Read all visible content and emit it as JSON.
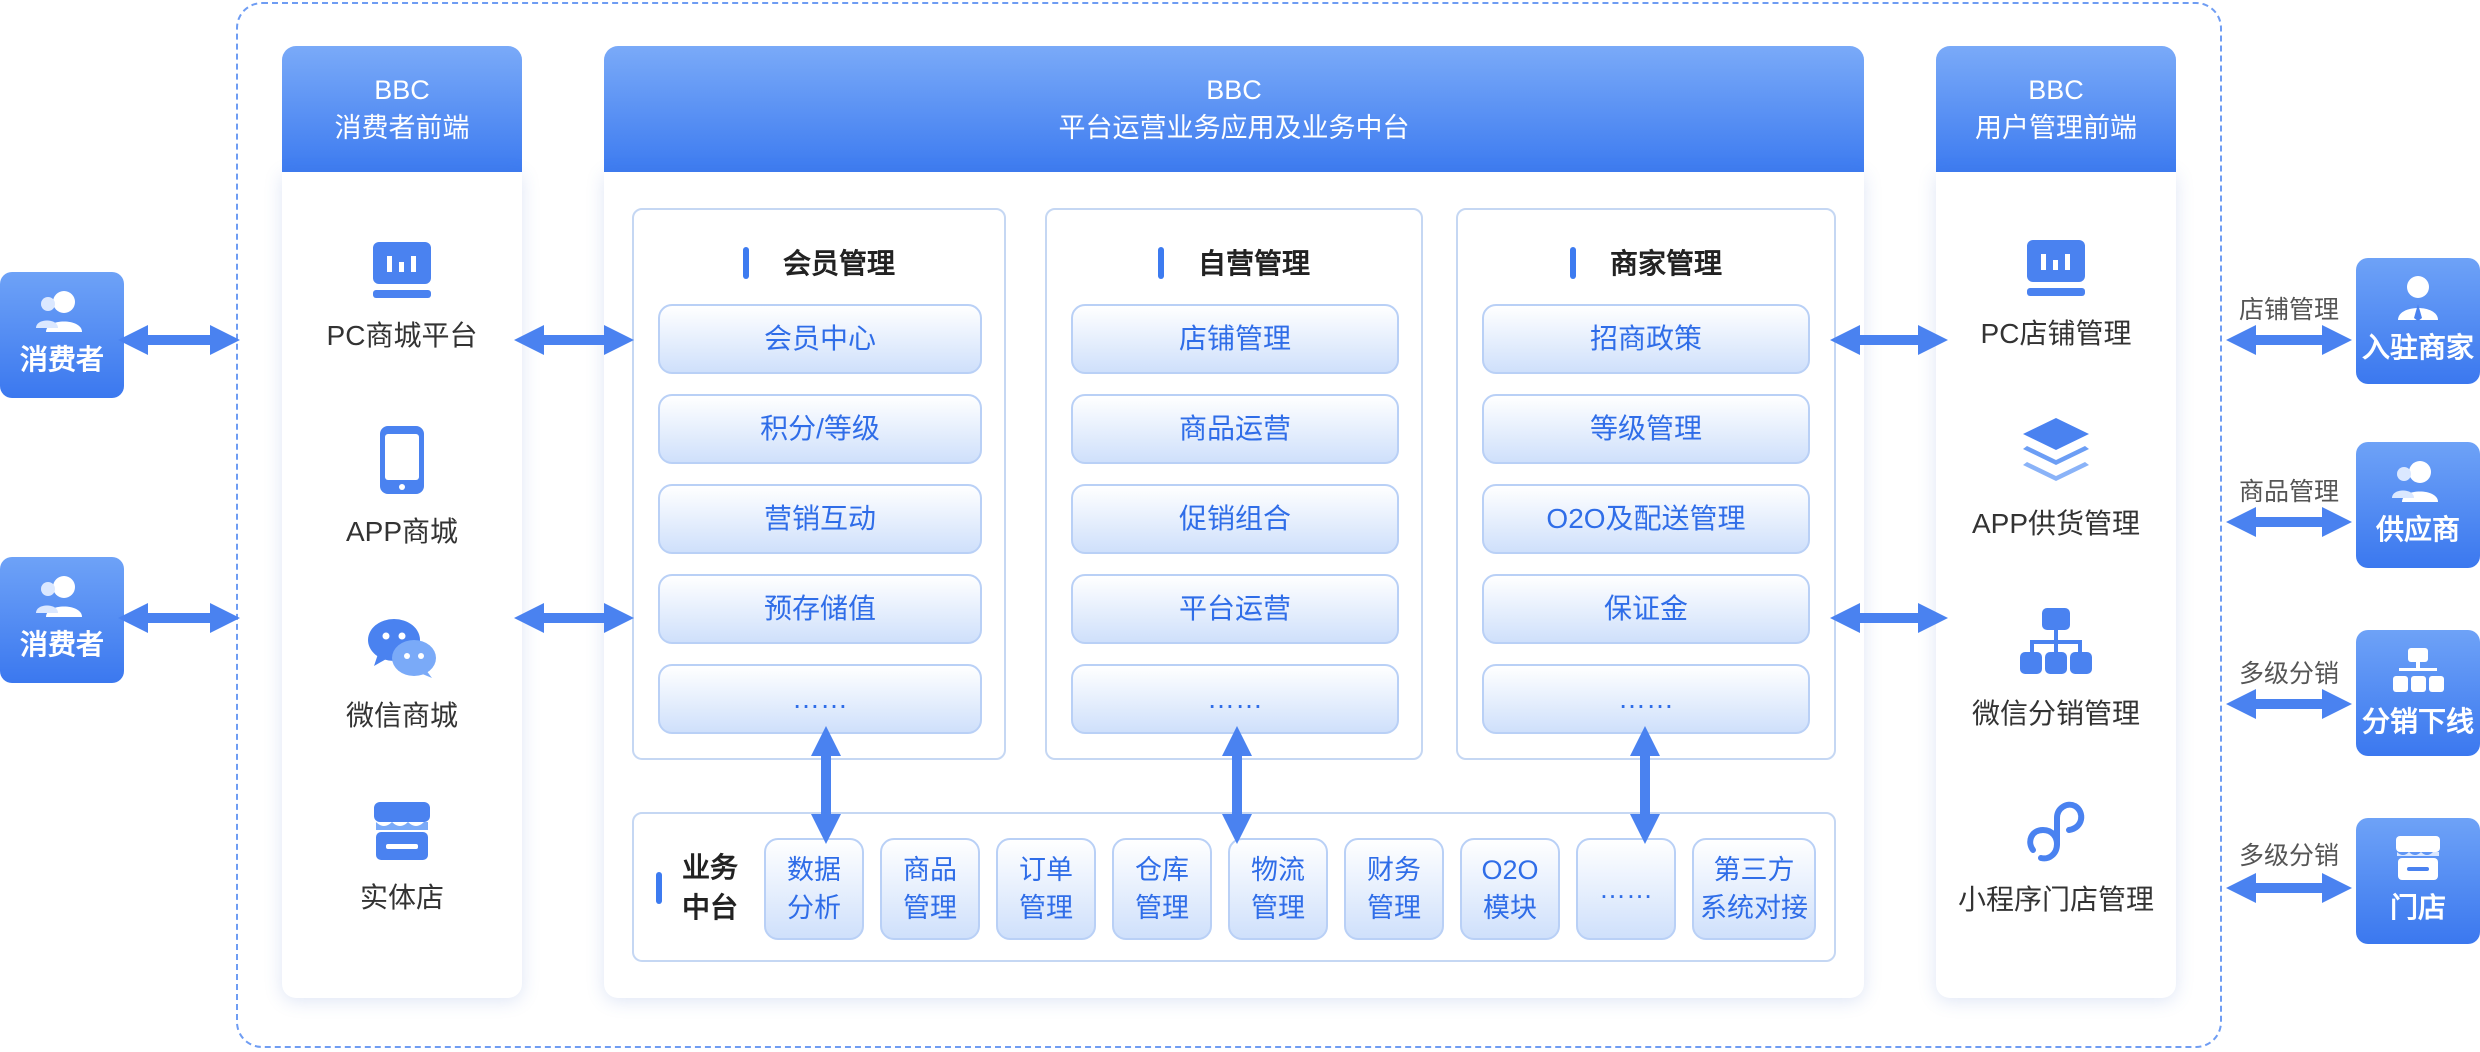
{
  "left_actors": [
    {
      "label": "消费者"
    },
    {
      "label": "消费者"
    }
  ],
  "consumer_front": {
    "title_line1": "BBC",
    "title_line2": "消费者前端",
    "items": [
      {
        "label": "PC商城平台",
        "icon": "monitor-icon"
      },
      {
        "label": "APP商城",
        "icon": "phone-icon"
      },
      {
        "label": "微信商城",
        "icon": "wechat-icon"
      },
      {
        "label": "实体店",
        "icon": "store-icon"
      }
    ]
  },
  "platform": {
    "title_line1": "BBC",
    "title_line2": "平台运营业务应用及业务中台",
    "panels": [
      {
        "title": "会员管理",
        "items": [
          "会员中心",
          "积分/等级",
          "营销互动",
          "预存储值",
          "……"
        ]
      },
      {
        "title": "自营管理",
        "items": [
          "店铺管理",
          "商品运营",
          "促销组合",
          "平台运营",
          "……"
        ]
      },
      {
        "title": "商家管理",
        "items": [
          "招商政策",
          "等级管理",
          "O2O及配送管理",
          "保证金",
          "……"
        ]
      }
    ],
    "middle": {
      "label_line1": "业务",
      "label_line2": "中台",
      "items": [
        {
          "l1": "数据",
          "l2": "分析"
        },
        {
          "l1": "商品",
          "l2": "管理"
        },
        {
          "l1": "订单",
          "l2": "管理"
        },
        {
          "l1": "仓库",
          "l2": "管理"
        },
        {
          "l1": "物流",
          "l2": "管理"
        },
        {
          "l1": "财务",
          "l2": "管理"
        },
        {
          "l1": "O2O",
          "l2": "模块"
        },
        {
          "l1": "……",
          "l2": ""
        },
        {
          "l1": "第三方",
          "l2": "系统对接"
        }
      ]
    }
  },
  "user_front": {
    "title_line1": "BBC",
    "title_line2": "用户管理前端",
    "items": [
      {
        "label": "PC店铺管理",
        "icon": "monitor-icon"
      },
      {
        "label": "APP供货管理",
        "icon": "layers-icon"
      },
      {
        "label": "微信分销管理",
        "icon": "org-chart-icon"
      },
      {
        "label": "小程序门店管理",
        "icon": "mini-program-icon"
      }
    ]
  },
  "right_links": [
    {
      "label": "店铺管理",
      "actor": "入驻商家"
    },
    {
      "label": "商品管理",
      "actor": "供应商"
    },
    {
      "label": "多级分销",
      "actor": "分销下线"
    },
    {
      "label": "多级分销",
      "actor": "门店"
    }
  ],
  "colors": {
    "primary": "#3d7bf0",
    "light": "#cfe0fb",
    "dashed": "#6f9df3"
  }
}
